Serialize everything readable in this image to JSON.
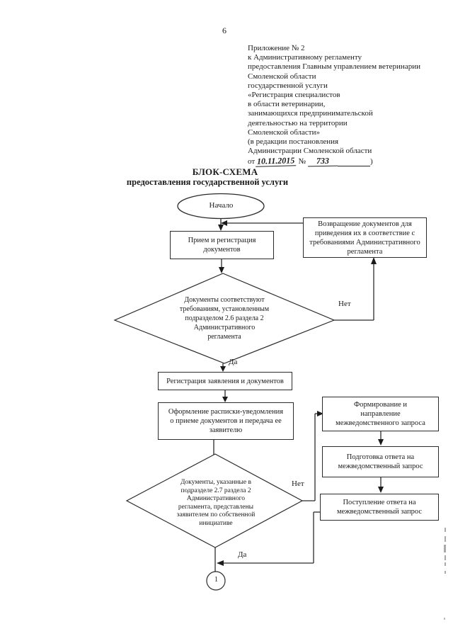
{
  "colors": {
    "ink": "#1b1b1b",
    "paper": "#ffffff"
  },
  "page_number": "6",
  "appendix": {
    "lines": [
      "Приложение № 2",
      "к Административному регламенту",
      "предоставления Главным управлением ветеринарии",
      "Смоленской области",
      "государственной услуги",
      "«Регистрация специалистов",
      "в области ветеринарии,",
      "занимающихся предпринимательской",
      "деятельностью на территории",
      "Смоленской области»",
      "(в редакции постановления",
      "Администрации Смоленской области"
    ],
    "signature": {
      "prefix": "от",
      "date": "10.11.2015",
      "number_sign": "№",
      "number": "733",
      "paren": ")"
    }
  },
  "title": {
    "line1": "БЛОК-СХЕМА",
    "line2": "предоставления государственной услуги"
  },
  "flowchart": {
    "start_label": "Начало",
    "return_box": {
      "lines": [
        "Возвращение документов для",
        "приведения их в соответствие с",
        "требованиями Административного",
        "регламента"
      ]
    },
    "receive_box": {
      "lines": [
        "Прием и регистрация",
        "документов"
      ]
    },
    "decision1": {
      "lines": [
        "Документы соответствуют",
        "требованиям, установленным",
        "подразделом 2.6 раздела 2",
        "Административного",
        "регламента"
      ],
      "no_label": "Нет",
      "yes_label": "Да"
    },
    "register_box": {
      "lines": [
        "Регистрация заявления и документов"
      ]
    },
    "receipt_box": {
      "lines": [
        "Оформление расписки-уведомления",
        "о приеме документов и передача ее",
        "заявителю"
      ]
    },
    "decision2": {
      "lines": [
        "Документы, указанные в",
        "подразделе 2.7 раздела 2",
        "Административного",
        "регламента, представлены",
        "заявителем по собственной",
        "инициативе"
      ],
      "no_label": "Нет",
      "yes_label": "Да"
    },
    "request_box": {
      "lines": [
        "Формирование и",
        "направление",
        "межведомственного запроса"
      ]
    },
    "prepare_box": {
      "lines": [
        "Подготовка ответа на",
        "межведомственный запрос"
      ]
    },
    "response_box": {
      "lines": [
        "Поступление ответа на",
        "межведомственный запрос"
      ]
    },
    "connector_label": "1"
  }
}
